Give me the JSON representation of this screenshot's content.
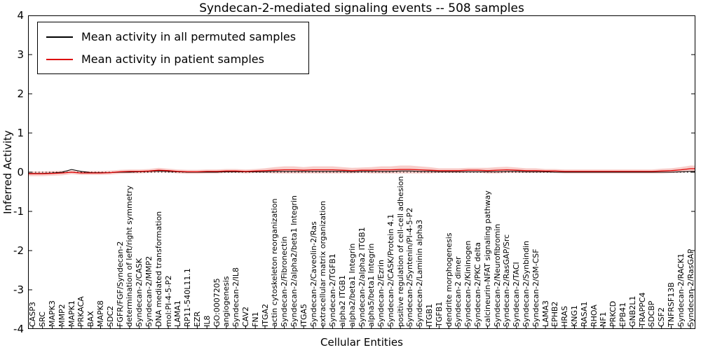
{
  "chart_data": {
    "type": "line",
    "title": "Syndecan-2-mediated signaling events -- 508 samples",
    "xlabel": "Cellular Entities",
    "ylabel": "Inferred Activity",
    "ylim": [
      -4,
      4
    ],
    "yticks": [
      4,
      3,
      2,
      1,
      0,
      -1,
      -2,
      -3,
      -4
    ],
    "grid": false,
    "zero_line": "dotted",
    "legend_position": "upper left",
    "categories": [
      "CASP3",
      "SRC",
      "MAPK3",
      "MMP2",
      "MAPK1",
      "PRKACA",
      "BAX",
      "MAPK8",
      "SDC2",
      "FGFR/FGF/Syndecan-2",
      "determination of left/right symmetry",
      "Syndecan-2/CASK",
      "Syndecan-2/MMP2",
      "DNA mediated transformation",
      "mol:PI-4-5-P2",
      "LAMA1",
      "RP11-540L11.1",
      "EZR",
      "IL8",
      "GO:0007205",
      "angiogenesis",
      "Syndecan-2/IL8",
      "CAV2",
      "FN1",
      "ITGA2",
      "actin cytoskeleton reorganization",
      "Syndecan-2/Fibronectin",
      "Syndecan-2/alpha2/beta1 Integrin",
      "ITGA5",
      "Syndecan-2/Caveolin-2/Ras",
      "extracellular matrix organization",
      "Syndecan-2/TGFB1",
      "alpha2 ITGB1",
      "alpha2/beta1 Integrin",
      "Syndecan-2/alpha2 ITGB1",
      "alpha5/beta1 Integrin",
      "Syndecan-2/Ezrin",
      "Syndecan-2/CASK/Protein 4.1",
      "positive regulation of cell-cell adhesion",
      "Syndecan-2/Syntenin/PI-4-5-P2",
      "Syndecan-2/Laminin alpha3",
      "ITGB1",
      "TGFB1",
      "dendrite morphogenesis",
      "Syndecan-2 dimer",
      "Syndecan-2/Kininogen",
      "Syndecan-2/PKC delta",
      "calcineurin-NFAT signaling pathway",
      "Syndecan-2/Neurofibromin",
      "Syndecan-2/RasGAP/Src",
      "Syndecan-2/TACI",
      "Syndecan-2/Synbindin",
      "Syndecan-2/GM-CSF",
      "LAMA3",
      "EPHB2",
      "HRAS",
      "KNG1",
      "RASA1",
      "RHOA",
      "NF1",
      "PRKCD",
      "EPB41",
      "GNB2L1",
      "TRAPPC4",
      "SDCBP",
      "CSF2",
      "TNFRSF13B",
      "Syndecan-2/RACK1",
      "Syndecan-2/RasGAP"
    ],
    "series": [
      {
        "name": "Mean activity in all permuted samples",
        "color": "#000000",
        "values": [
          -0.03,
          -0.03,
          -0.02,
          0.0,
          0.07,
          0.02,
          -0.01,
          -0.01,
          -0.01,
          0.0,
          0.0,
          0.01,
          0.02,
          0.03,
          0.02,
          0.01,
          0.0,
          0.0,
          0.0,
          0.0,
          0.01,
          0.01,
          0.01,
          0.01,
          0.01,
          0.02,
          0.02,
          0.02,
          0.02,
          0.02,
          0.02,
          0.02,
          0.02,
          0.01,
          0.02,
          0.02,
          0.02,
          0.02,
          0.03,
          0.03,
          0.02,
          0.02,
          0.01,
          0.01,
          0.01,
          0.01,
          0.01,
          0.01,
          0.01,
          0.02,
          0.02,
          0.01,
          0.01,
          0.01,
          0.0,
          0.0,
          0.0,
          0.0,
          0.0,
          0.0,
          0.0,
          0.0,
          0.0,
          0.0,
          0.0,
          0.0,
          0.0,
          0.01,
          0.02
        ]
      },
      {
        "name": "Mean activity in patient samples",
        "color": "#dd0000",
        "band_color": "#f2a49e",
        "values": [
          -0.04,
          -0.04,
          -0.03,
          -0.02,
          0.0,
          -0.02,
          -0.02,
          -0.02,
          -0.01,
          0.01,
          0.02,
          0.02,
          0.03,
          0.05,
          0.04,
          0.02,
          0.01,
          0.01,
          0.02,
          0.02,
          0.03,
          0.03,
          0.02,
          0.03,
          0.04,
          0.05,
          0.06,
          0.06,
          0.05,
          0.06,
          0.06,
          0.06,
          0.05,
          0.04,
          0.05,
          0.05,
          0.06,
          0.06,
          0.07,
          0.07,
          0.06,
          0.05,
          0.04,
          0.04,
          0.04,
          0.05,
          0.05,
          0.04,
          0.05,
          0.06,
          0.05,
          0.04,
          0.04,
          0.03,
          0.03,
          0.02,
          0.02,
          0.02,
          0.02,
          0.02,
          0.02,
          0.02,
          0.02,
          0.02,
          0.02,
          0.03,
          0.04,
          0.06,
          0.09
        ],
        "band_halfwidth": [
          0.06,
          0.06,
          0.06,
          0.06,
          0.05,
          0.05,
          0.05,
          0.05,
          0.05,
          0.05,
          0.05,
          0.05,
          0.05,
          0.06,
          0.05,
          0.05,
          0.05,
          0.05,
          0.05,
          0.05,
          0.05,
          0.05,
          0.05,
          0.05,
          0.06,
          0.08,
          0.09,
          0.09,
          0.08,
          0.09,
          0.09,
          0.09,
          0.08,
          0.07,
          0.07,
          0.08,
          0.09,
          0.09,
          0.1,
          0.1,
          0.09,
          0.08,
          0.06,
          0.06,
          0.06,
          0.06,
          0.06,
          0.07,
          0.08,
          0.08,
          0.07,
          0.06,
          0.06,
          0.05,
          0.05,
          0.05,
          0.05,
          0.05,
          0.05,
          0.05,
          0.05,
          0.05,
          0.05,
          0.05,
          0.05,
          0.06,
          0.06,
          0.07,
          0.08
        ]
      }
    ]
  }
}
